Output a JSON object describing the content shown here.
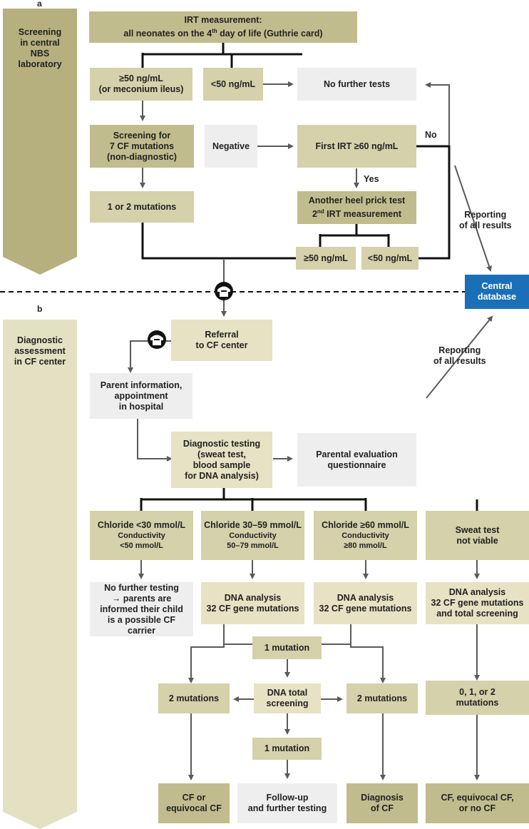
{
  "panels": {
    "a": "a",
    "b": "b"
  },
  "side": {
    "a": [
      "Screening",
      "in central",
      "NBS",
      "laboratory"
    ],
    "b": [
      "Diagnostic",
      "assessment",
      "in CF center"
    ]
  },
  "colors": {
    "dark_box": "#c1bc8e",
    "mid_box": "#d4d1ab",
    "light_box": "#eeeeee",
    "db_blue": "#1a6fb7",
    "arrow": "#5a5a5a"
  },
  "screening": {
    "irt": {
      "line1": "IRT measurement:",
      "line2a": "all neonates on the 4",
      "sup": "th",
      "line2b": " day of life (Guthrie card)"
    },
    "ge50": [
      "≥50 ng/mL",
      "(or meconium ileus)"
    ],
    "lt50": "<50 ng/mL",
    "no_further": "No further tests",
    "cf7": [
      "Screening for",
      "7 CF mutations",
      "(non-diagnostic)"
    ],
    "negative": "Negative",
    "first_irt": "First IRT ≥60 ng/mL",
    "no": "No",
    "yes": "Yes",
    "one_two": "1 or 2 mutations",
    "another": {
      "line1": "Another heel prick test",
      "line2a": "2",
      "sup": "nd",
      "line2b": " IRT measurement"
    },
    "ge50_2": "≥50 ng/mL",
    "lt50_2": "<50 ng/mL",
    "reporting_a": [
      "Reporting",
      "of all results"
    ],
    "central_db": [
      "Central",
      "database"
    ]
  },
  "diagnostic": {
    "referral": [
      "Referral",
      "to CF center"
    ],
    "parent_info": [
      "Parent information,",
      "appointment",
      "in hospital"
    ],
    "reporting_b": [
      "Reporting",
      "of all results"
    ],
    "testing": [
      "Diagnostic testing",
      "(sweat test,",
      "blood sample",
      "for DNA analysis)"
    ],
    "questionnaire": [
      "Parental evaluation",
      "questionnaire"
    ],
    "chloride": [
      {
        "title": "Chloride <30 mmol/L",
        "sub1": "Conductivity",
        "sub2": "<50 mmol/L"
      },
      {
        "title": "Chloride 30–59 mmol/L",
        "sub1": "Conductivity",
        "sub2": "50–79 mmol/L"
      },
      {
        "title": "Chloride ≥60 mmol/L",
        "sub1": "Conductivity",
        "sub2": "≥80 mmol/L"
      },
      {
        "title": "Sweat test",
        "sub1": "not viable",
        "sub2": ""
      }
    ],
    "no_further_testing": [
      "No further testing",
      "→ parents are",
      "informed their child",
      "is a possible CF carrier"
    ],
    "dna1": [
      "DNA analysis",
      "32 CF gene mutations"
    ],
    "dna2": [
      "DNA analysis",
      "32 CF gene mutations"
    ],
    "dna3": [
      "DNA analysis",
      "32 CF gene mutations",
      "and total screening"
    ],
    "one_mutation": "1 mutation",
    "two_mutations_left": "2 mutations",
    "dna_total": [
      "DNA total",
      "screening"
    ],
    "two_mutations_right": "2 mutations",
    "zero_one_two": [
      "0, 1, or 2",
      "mutations"
    ],
    "one_mutation_2": "1 mutation",
    "cf_equivocal": [
      "CF or",
      "equivocal CF"
    ],
    "follow_up": [
      "Follow-up",
      "and further testing"
    ],
    "diagnosis": [
      "Diagnosis",
      "of CF"
    ],
    "cf_equiv_no": [
      "CF, equivocal CF,",
      "or no CF"
    ]
  }
}
